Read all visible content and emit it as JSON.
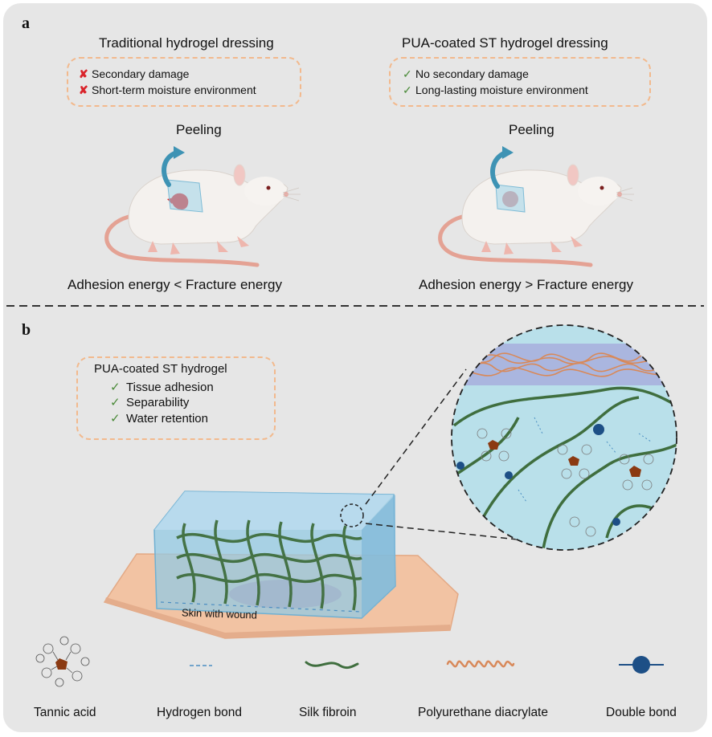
{
  "panel_a": {
    "letter": "a",
    "left": {
      "title": "Traditional hydrogel dressing",
      "points": [
        "Secondary damage",
        "Short-term moisture environment"
      ],
      "action": "Peeling",
      "energy": "Adhesion energy < Fracture energy"
    },
    "right": {
      "title": "PUA-coated ST hydrogel dressing",
      "points": [
        "No secondary damage",
        "Long-lasting moisture environment"
      ],
      "action": "Peeling",
      "energy": "Adhesion energy > Fracture energy"
    },
    "marks": {
      "cross": "✘",
      "check": "✓"
    }
  },
  "panel_b": {
    "letter": "b",
    "box_title": "PUA-coated ST hydrogel",
    "features": [
      "Tissue adhesion",
      "Separability",
      "Water retention"
    ],
    "skin_label": "Skin with wound"
  },
  "legend": [
    {
      "icon": "tannic-acid-icon",
      "label": "Tannic acid"
    },
    {
      "icon": "hydrogen-bond-icon",
      "label": "Hydrogen bond"
    },
    {
      "icon": "silk-fibroin-icon",
      "label": "Silk fibroin"
    },
    {
      "icon": "polyurethane-diacrylate-icon",
      "label": "Polyurethane diacrylate"
    },
    {
      "icon": "double-bond-icon",
      "label": "Double bond"
    }
  ],
  "colors": {
    "background": "#e6e6e6",
    "dashed_box": "#f2b98d",
    "silk_fibroin": "#3f6e3e",
    "polyurethane": "#d8895a",
    "double_bond": "#1d4f86",
    "tannic_core": "#8b3a12",
    "hydrogel": "#a8d4e6",
    "wound": "#e02020"
  }
}
